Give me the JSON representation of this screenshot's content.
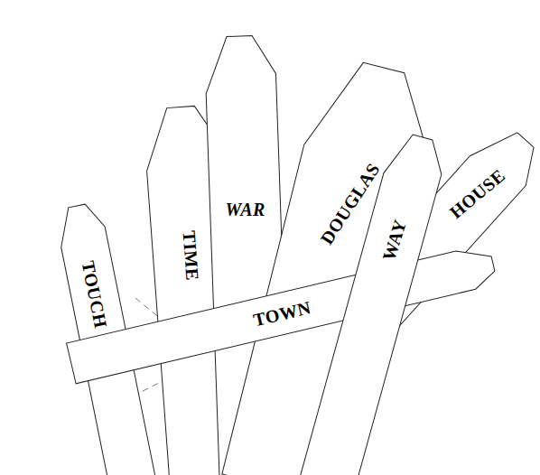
{
  "diagram": {
    "nodes": [
      {
        "text": [
          "TOUCH"
        ]
      },
      {
        "text": [
          "TIME"
        ]
      },
      {
        "text": [
          "WAR"
        ]
      },
      {
        "text": [
          "DOUGLAS"
        ]
      },
      {
        "text": [
          "WAY"
        ]
      },
      {
        "text": [
          "HOUSE"
        ]
      },
      {
        "text": [
          "TOWN"
        ]
      }
    ]
  }
}
